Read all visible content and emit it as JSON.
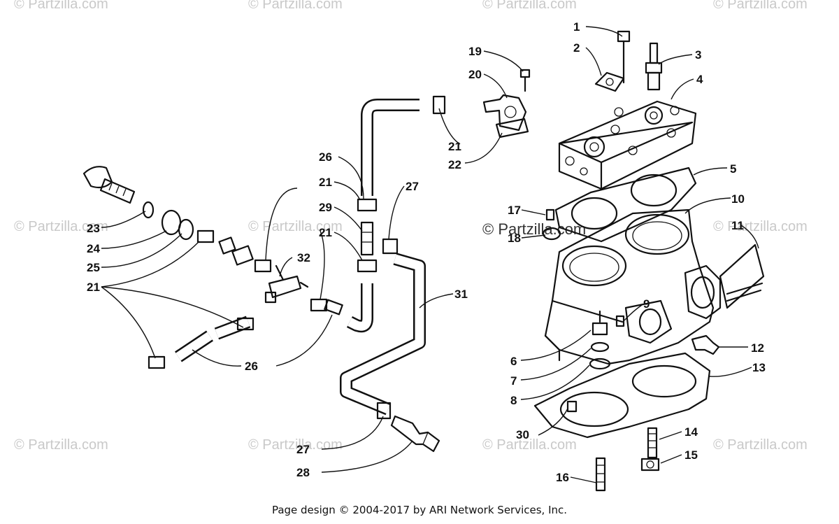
{
  "diagram": {
    "watermark_text": "© Partzilla.com",
    "labels": {
      "p1": "1",
      "p2": "2",
      "p3": "3",
      "p4": "4",
      "p5": "5",
      "p6": "6",
      "p7": "7",
      "p8": "8",
      "p9": "9",
      "p10": "10",
      "p11": "11",
      "p12": "12",
      "p13": "13",
      "p14": "14",
      "p15": "15",
      "p16": "16",
      "p17": "17",
      "p18": "18",
      "p19": "19",
      "p20": "20",
      "p21": "21",
      "p22": "22",
      "p23": "23",
      "p24": "24",
      "p25": "25",
      "p26": "26",
      "p27": "27",
      "p28": "28",
      "p29": "29",
      "p30": "30",
      "p31": "31",
      "p32": "32"
    }
  },
  "footer": {
    "text": "Page design © 2004-2017 by ARI Network Services, Inc."
  }
}
